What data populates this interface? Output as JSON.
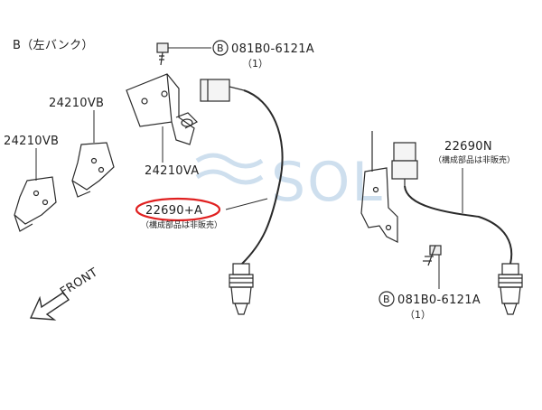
{
  "section_title": "B（左バンク）",
  "labels": {
    "bolt_top": "081B0-6121A",
    "bolt_top_qty": "（1）",
    "bolt_top_marker": "B",
    "bracket_va": "24210VA",
    "bracket_vb_1": "24210VB",
    "bracket_vb_2": "24210VB",
    "sensor_left": "22690+A",
    "sensor_left_note": "（構成部品は非販売）",
    "sensor_right": "22690N",
    "sensor_right_note": "（構成部品は非販売）",
    "bolt_bottom": "081B0-6121A",
    "bolt_bottom_qty": "（1）",
    "bolt_bottom_marker": "B",
    "front": "FRONT",
    "watermark": "SOL"
  },
  "colors": {
    "line": "#2a2a2a",
    "highlight": "#e02020",
    "watermark": "#c9dced"
  }
}
